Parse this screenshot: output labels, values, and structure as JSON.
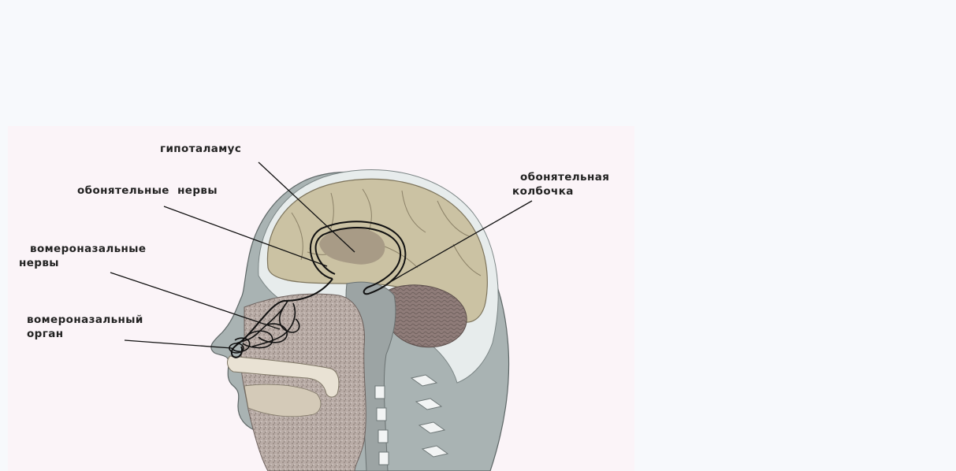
{
  "diagram": {
    "labels": {
      "hypothalamus": "гипоталамус",
      "olfactory_nerves": "обонятельные  нервы",
      "olfactory_bulb_line1": "обонятельная",
      "olfactory_bulb_line2": "колбочка",
      "vomeronasal_nerves_line1": "вомероназальные",
      "vomeronasal_nerves_line2": "нервы",
      "vomeronasal_organ_line1": "вомероназальный",
      "vomeronasal_organ_line2": "орган"
    },
    "colors": {
      "background": "#f7f9fc",
      "figure_bg": "#fbf4f8",
      "skin": "#a9b3b3",
      "skull": "#e6ebec",
      "brain": "#cbc2a3",
      "cerebellum": "#8f7c79",
      "tissue": "#b5a9a4",
      "ink": "#111111"
    }
  }
}
